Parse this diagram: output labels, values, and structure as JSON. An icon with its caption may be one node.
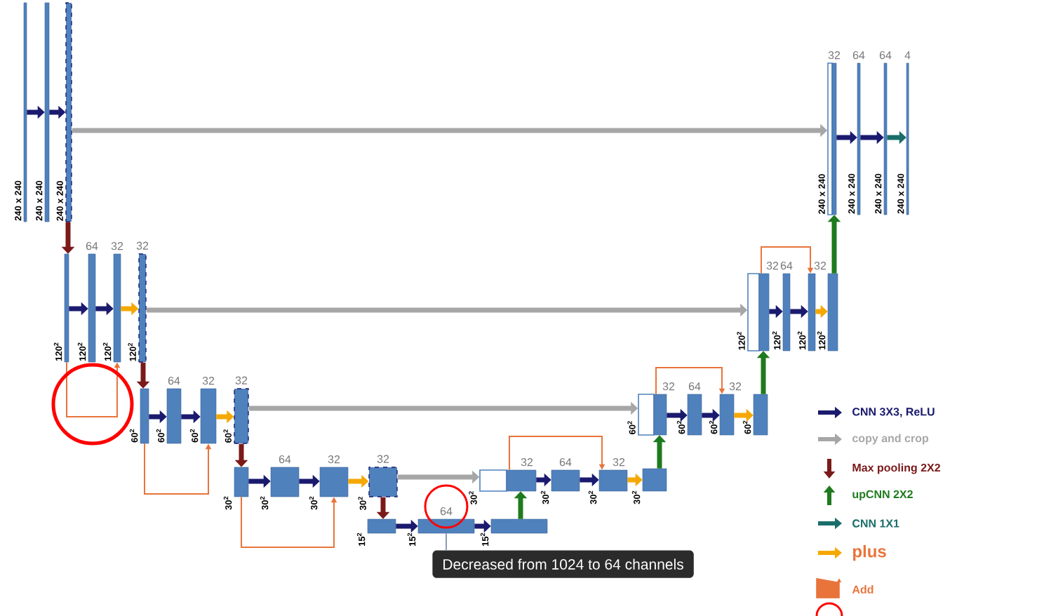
{
  "diagram": {
    "nodes": [
      {
        "text": [],
        "shape": "bar",
        "beside": [
          "240 x 240"
        ]
      },
      {
        "text": [],
        "shape": "bar",
        "beside": [
          "240 x 240"
        ]
      },
      {
        "text": [],
        "shape": "bar",
        "beside": [
          "240 x 240"
        ]
      },
      {
        "text": [],
        "shape": "bar",
        "beside": [
          "120$^{2}$"
        ]
      },
      {
        "text": [
          "64"
        ],
        "beside": [
          "120$^{2}$"
        ]
      },
      {
        "text": [
          "32"
        ],
        "beside": [
          "120$^{2}$"
        ]
      },
      {
        "text": [
          "32"
        ],
        "beside": [
          "120$^{2}$"
        ]
      },
      {
        "text": [],
        "shape": "bar",
        "beside": [
          "60$^{2}$"
        ]
      },
      {
        "text": [
          "64"
        ],
        "beside": [
          "60$^{2}$"
        ]
      },
      {
        "text": [
          "32"
        ],
        "beside": [
          "60$^{2}$"
        ]
      },
      {
        "text": [
          "32"
        ],
        "beside": [
          "60$^{2}$"
        ]
      },
      {
        "text": [],
        "shape": "bar",
        "beside": [
          "30$^{2}$"
        ]
      },
      {
        "text": [
          "64"
        ],
        "beside": [
          "30$^{2}$"
        ]
      },
      {
        "text": [
          "32"
        ],
        "beside": [
          "30$^{2}$"
        ]
      },
      {
        "text": [
          "32"
        ],
        "beside": [
          "30$^{2}$"
        ]
      },
      {
        "text": [],
        "shape": "bar",
        "beside": [
          "15$^{2}$"
        ]
      },
      {
        "text": [
          "64"
        ],
        "beside": [
          "15$^{2}$"
        ]
      },
      {
        "text": [],
        "shape": "bar",
        "beside": [
          "15$^{2}$"
        ]
      },
      {
        "text": [],
        "shape": "box",
        "beside": [
          "30$^{2}$"
        ]
      },
      {
        "text": [
          "32"
        ]
      },
      {
        "text": [
          "64"
        ],
        "beside": [
          "30$^{2}$"
        ]
      },
      {
        "text": [
          "32"
        ],
        "beside": [
          "30$^{2}$"
        ]
      },
      {
        "text": [],
        "shape": "bar",
        "beside": [
          "30$^{2}$"
        ]
      },
      {
        "text": [],
        "shape": "box",
        "beside": [
          "60$^{2}$"
        ]
      },
      {
        "text": [
          "32"
        ]
      },
      {
        "text": [
          "64"
        ],
        "beside": [
          "60$^{2}$"
        ]
      },
      {
        "text": [
          "32"
        ],
        "beside": [
          "60$^{2}$"
        ]
      },
      {
        "text": [],
        "shape": "bar",
        "beside": [
          "60$^{2}$"
        ]
      },
      {
        "text": [],
        "shape": "box",
        "beside": [
          "120$^{2}$"
        ]
      },
      {
        "text": [
          "32"
        ]
      },
      {
        "text": [
          "64"
        ],
        "beside": [
          "120$^{2}$"
        ]
      },
      {
        "text": [
          "32"
        ],
        "beside": [
          "120$^{2}$"
        ]
      },
      {
        "text": [],
        "shape": "bar",
        "beside": [
          "120$^{2}$"
        ]
      },
      {
        "text": [],
        "shape": "box",
        "beside": [
          "240 x 240"
        ]
      },
      {
        "text": [
          "32"
        ]
      },
      {
        "text": [
          "64"
        ],
        "beside": [
          "240 x 240"
        ]
      },
      {
        "text": [
          "64"
        ],
        "beside": [
          "240 x 240"
        ]
      },
      {
        "text": [
          "4"
        ],
        "beside": [
          "240 x 240"
        ]
      },
      {
        "text": [
          "Decreased from 1024 to 64 channels"
        ]
      }
    ],
    "edges": [
      {
        "from": 0,
        "to": 1,
        "arrow": "to"
      },
      {
        "from": 1,
        "to": 2,
        "arrow": "to"
      },
      {
        "from": 2,
        "to": 33,
        "arrow": "to",
        "color": "#a6a6a6"
      },
      {
        "from": 2,
        "to": 3,
        "arrow": "to",
        "color": "#7b1a1a"
      },
      {
        "from": 3,
        "to": 4,
        "arrow": "to"
      },
      {
        "from": 4,
        "to": 5,
        "arrow": "to"
      },
      {
        "from": 5,
        "to": 6,
        "arrow": "to",
        "color": "#f5a800"
      },
      {
        "from": 3,
        "to": 5,
        "arrow": "to",
        "color": "#e8743b"
      },
      {
        "from": 6,
        "to": 28,
        "arrow": "to",
        "color": "#a6a6a6"
      },
      {
        "from": 6,
        "to": 7,
        "arrow": "to",
        "color": "#7b1a1a"
      },
      {
        "from": 7,
        "to": 8,
        "arrow": "to"
      },
      {
        "from": 8,
        "to": 9,
        "arrow": "to"
      },
      {
        "from": 9,
        "to": 10,
        "arrow": "to",
        "color": "#f5a800"
      },
      {
        "from": 7,
        "to": 9,
        "arrow": "to",
        "color": "#e8743b"
      },
      {
        "from": 10,
        "to": 23,
        "arrow": "to",
        "color": "#a6a6a6"
      },
      {
        "from": 10,
        "to": 11,
        "arrow": "to",
        "color": "#7b1a1a"
      },
      {
        "from": 11,
        "to": 12,
        "arrow": "to"
      },
      {
        "from": 12,
        "to": 13,
        "arrow": "to"
      },
      {
        "from": 13,
        "to": 14,
        "arrow": "to",
        "color": "#f5a800"
      },
      {
        "from": 11,
        "to": 13,
        "arrow": "to",
        "color": "#e8743b"
      },
      {
        "from": 14,
        "to": 18,
        "arrow": "to",
        "color": "#a6a6a6"
      },
      {
        "from": 14,
        "to": 15,
        "arrow": "to",
        "color": "#7b1a1a"
      },
      {
        "from": 15,
        "to": 16,
        "arrow": "to"
      },
      {
        "from": 16,
        "to": 17,
        "arrow": "to"
      },
      {
        "from": 17,
        "to": 19,
        "arrow": "to",
        "color": "#1e7a1e"
      },
      {
        "from": 19,
        "to": 20,
        "arrow": "to"
      },
      {
        "from": 20,
        "to": 21,
        "arrow": "to"
      },
      {
        "from": 21,
        "to": 22,
        "arrow": "to",
        "color": "#f5a800"
      },
      {
        "from": 19,
        "to": 21,
        "arrow": "to",
        "color": "#e8743b"
      },
      {
        "from": 22,
        "to": 24,
        "arrow": "to",
        "color": "#1e7a1e"
      },
      {
        "from": 24,
        "to": 25,
        "arrow": "to"
      },
      {
        "from": 25,
        "to": 26,
        "arrow": "to"
      },
      {
        "from": 26,
        "to": 27,
        "arrow": "to",
        "color": "#f5a800"
      },
      {
        "from": 24,
        "to": 26,
        "arrow": "to",
        "color": "#e8743b"
      },
      {
        "from": 27,
        "to": 29,
        "arrow": "to",
        "color": "#1e7a1e"
      },
      {
        "from": 29,
        "to": 30,
        "arrow": "to"
      },
      {
        "from": 30,
        "to": 31,
        "arrow": "to"
      },
      {
        "from": 31,
        "to": 32,
        "arrow": "to",
        "color": "#f5a800"
      },
      {
        "from": 29,
        "to": 31,
        "arrow": "to",
        "color": "#e8743b"
      },
      {
        "from": 32,
        "to": 34,
        "arrow": "to",
        "color": "#1e7a1e"
      },
      {
        "from": 34,
        "to": 35,
        "arrow": "to"
      },
      {
        "from": 35,
        "to": 36,
        "arrow": "to"
      },
      {
        "from": 36,
        "to": 37,
        "arrow": "to",
        "color": "#1a6e6a"
      },
      {
        "from": 38,
        "to": 16,
        "arrow": "none",
        "color": "#8a9bb5"
      }
    ],
    "legend": [
      {
        "text": "CNN 3X3, ReLU"
      },
      {
        "text": "copy and crop"
      },
      {
        "text": "Max pooling 2X2"
      },
      {
        "text": "upCNN 2X2"
      },
      {
        "text": "CNN 1X1"
      },
      {
        "text": "plus"
      },
      {
        "text": "Add"
      }
    ]
  }
}
